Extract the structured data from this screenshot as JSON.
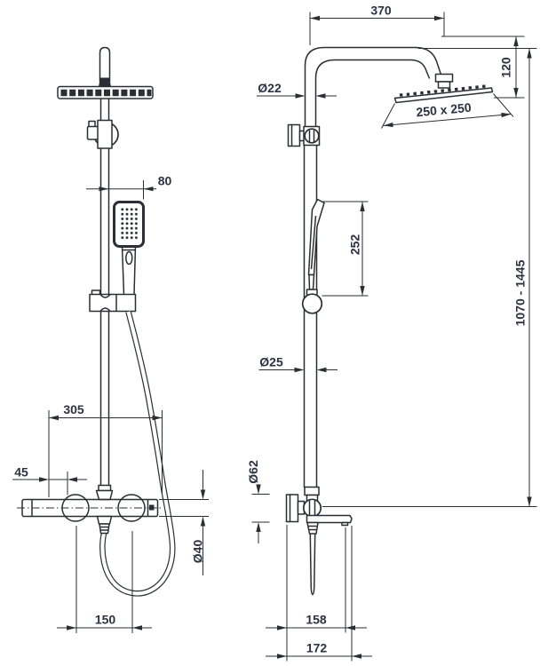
{
  "drawing": {
    "background": "#ffffff",
    "line_color": "#2b2e33",
    "text_color": "#2b3240",
    "front_view": {
      "hand_shower_width": "80",
      "inlet_offset": "45",
      "valve_span": "305",
      "knob_spacing": "150",
      "valve_body_diameter": "Ø40"
    },
    "side_view": {
      "arm_length": "370",
      "arm_drop": "120",
      "head_size": "250 x 250",
      "upper_pipe_diameter": "Ø22",
      "hand_shower_length": "252",
      "lower_pipe_diameter": "Ø25",
      "total_height_range": "1070 - 1445",
      "flange_diameter": "Ø62",
      "spout_reach": "158",
      "spout_overall": "172"
    }
  }
}
